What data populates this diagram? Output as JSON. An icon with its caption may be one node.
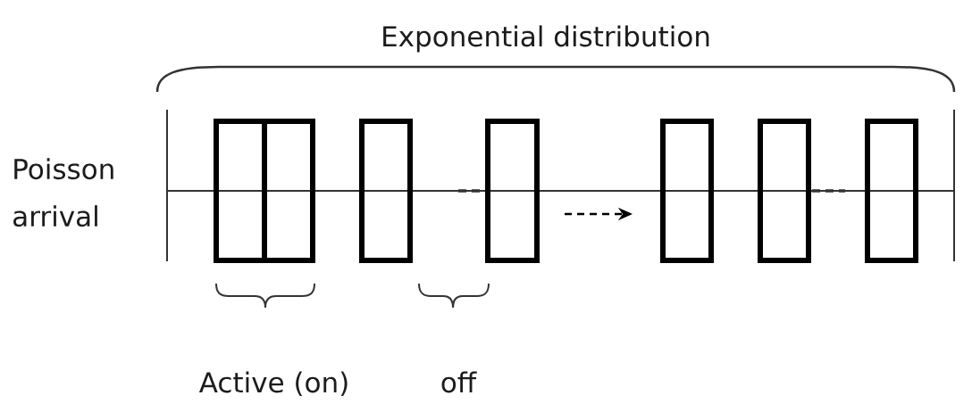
{
  "diagram": {
    "nodes": [
      {
        "text": [],
        "shape": "box"
      },
      {
        "text": [],
        "shape": "box"
      },
      {
        "text": [],
        "shape": "box"
      },
      {
        "text": [],
        "shape": "box"
      },
      {
        "text": [],
        "shape": "box"
      },
      {
        "text": [],
        "shape": "box"
      },
      {
        "text": [],
        "shape": "box"
      }
    ],
    "edges": [
      {
        "from": 3,
        "to": 4,
        "arrow": "to",
        "style": "dashed"
      }
    ],
    "labels": [
      "Exponential distribution",
      "Poisson arrival",
      "Active (on)",
      "off"
    ]
  }
}
